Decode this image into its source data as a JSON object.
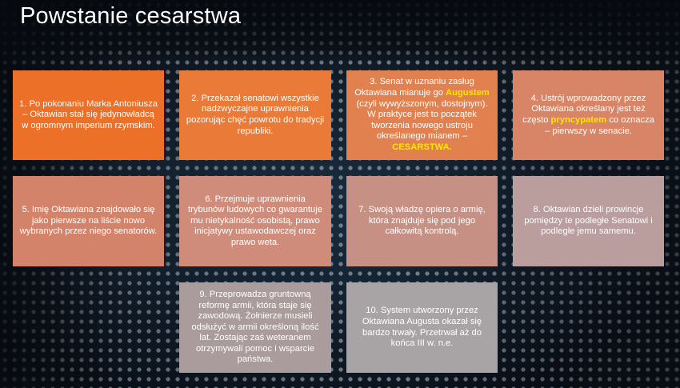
{
  "slide": {
    "title": "Powstanie cesarstwa",
    "boxes": [
      {
        "text": "1. Po pokonaniu Marka Antoniusza – Oktawian stał się jedynowładcą w ogromnym imperium rzymskim."
      },
      {
        "text": "2. Przekazał senatowi wszystkie nadzwyczajne uprawnienia pozorując chęć powrotu do tradycji republiki."
      },
      {
        "before": "3. Senat w uznaniu zasług Oktawiana mianuje go ",
        "hl1": "Augustem",
        "middle": " (czyli wywyższonym, dostojnym). W praktyce jest to początek tworzenia nowego ustroju określanego mianem – ",
        "hl2": "CESARSTWA."
      },
      {
        "before": "4. Ustrój wprowadzony przez Oktawiana określany jest też często ",
        "hl1": "pryncypatem",
        "after": " co oznacza – pierwszy w senacie."
      },
      {
        "text": "5. Imię Oktawiana znajdowało się jako pierwsze na liście nowo wybranych przez niego senatorów."
      },
      {
        "text": "6. Przejmuje uprawnienia trybunów ludowych co gwarantuje mu nietykalność osobistą, prawo inicjatywy ustawodawczej oraz prawo weta."
      },
      {
        "text": "7. Swoją władzę opiera o armię, która znajduje się pod jego całkowitą kontrolą."
      },
      {
        "text": "8. Oktawian dzieli prowincje pomiędzy te podległe Senatowi i podległe jemu samemu."
      },
      {
        "text": "9. Przeprowadza gruntowną reformę armii, która staje się zawodową. Żołnierze musieli odsłużyć w armii określoną ilość lat. Zostając zaś weteranem otrzymywali pomoc i wsparcie państwa."
      },
      {
        "text": "10. System utworzony przez Oktawiana Augusta okazał się bardzo trwały. Przetrwał aż do końca III w. n.e."
      }
    ]
  }
}
